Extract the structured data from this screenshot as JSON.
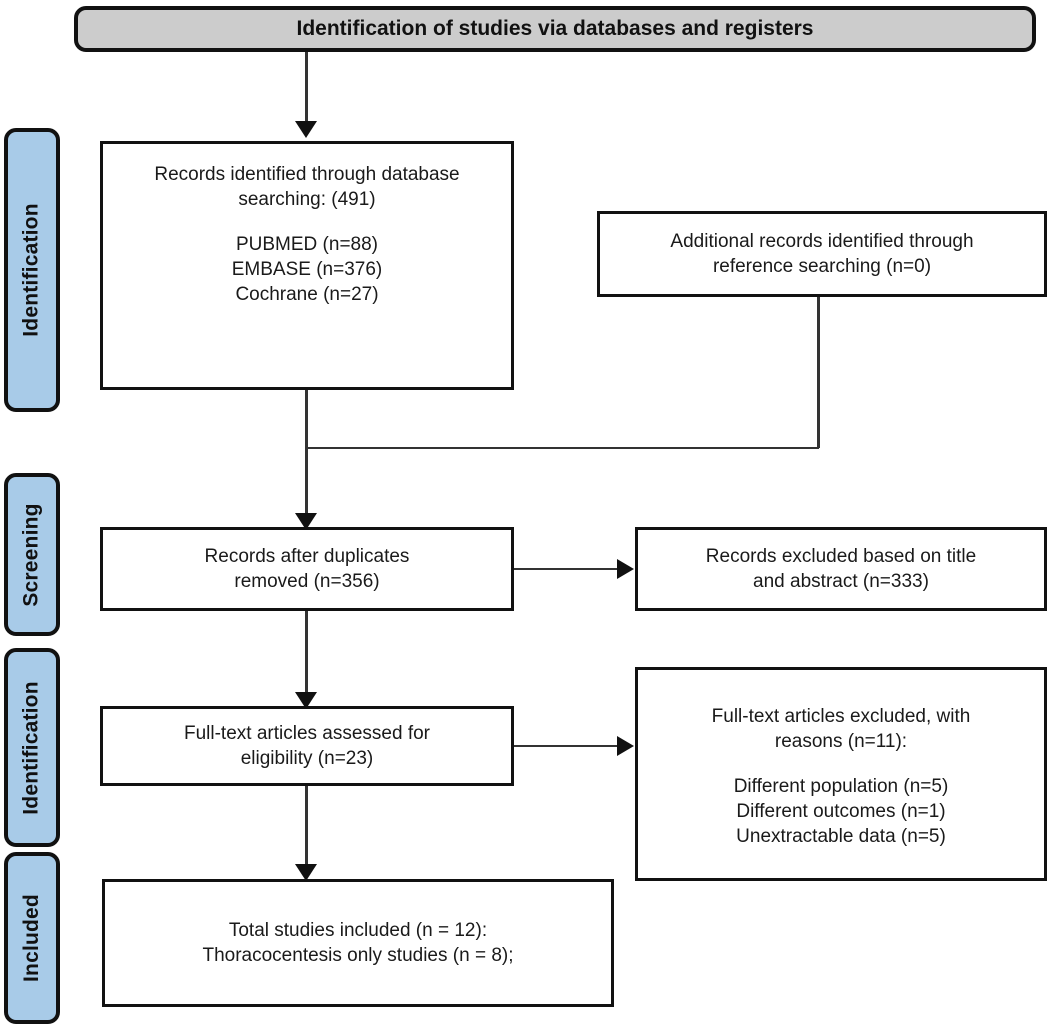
{
  "diagram": {
    "type": "prisma-flow-diagram",
    "banner": {
      "label": "Identification of studies via databases and registers"
    },
    "phases": [
      {
        "key": "identification-1",
        "label": "Identification"
      },
      {
        "key": "screening",
        "label": "Screening"
      },
      {
        "key": "identification-2",
        "label": "Identification"
      },
      {
        "key": "included",
        "label": "Included"
      }
    ],
    "boxes": {
      "records_identified": {
        "primary": "Records identified through database\nsearching: (491)",
        "details": "PUBMED (n=88)\nEMBASE (n=376)\nCochrane (n=27)"
      },
      "additional_records": {
        "primary": "Additional records identified through\nreference searching (n=0)"
      },
      "records_after_duplicates": {
        "primary": "Records after duplicates\nremoved (n=356)"
      },
      "records_excluded": {
        "primary": "Records excluded based on title\nand abstract (n=333)"
      },
      "fulltext_assessed": {
        "primary": "Full-text articles assessed for\neligibility (n=23)"
      },
      "fulltext_excluded": {
        "primary": "Full-text articles excluded, with\nreasons (n=11):",
        "details": "Different population (n=5)\nDifferent outcomes (n=1)\nUnextractable data (n=5)"
      },
      "total_included": {
        "primary": "Total studies included (n = 12):\nThoracocentesis only studies (n = 8);"
      }
    },
    "counts": {
      "records_identified_total": 491,
      "pubmed": 88,
      "embase": 376,
      "cochrane": 27,
      "additional_records": 0,
      "after_duplicates": 356,
      "excluded_title_abstract": 333,
      "fulltext_assessed": 23,
      "fulltext_excluded": 11,
      "reason_different_population": 5,
      "reason_different_outcomes": 1,
      "reason_unextractable_data": 5,
      "total_included": 12,
      "thoracocentesis_only": 8
    },
    "colors": {
      "phase_fill": "#A8CBE8",
      "banner_fill": "#CCCCCC",
      "stroke": "#111111",
      "box_fill": "#FFFFFF",
      "connector": "#333333"
    }
  }
}
